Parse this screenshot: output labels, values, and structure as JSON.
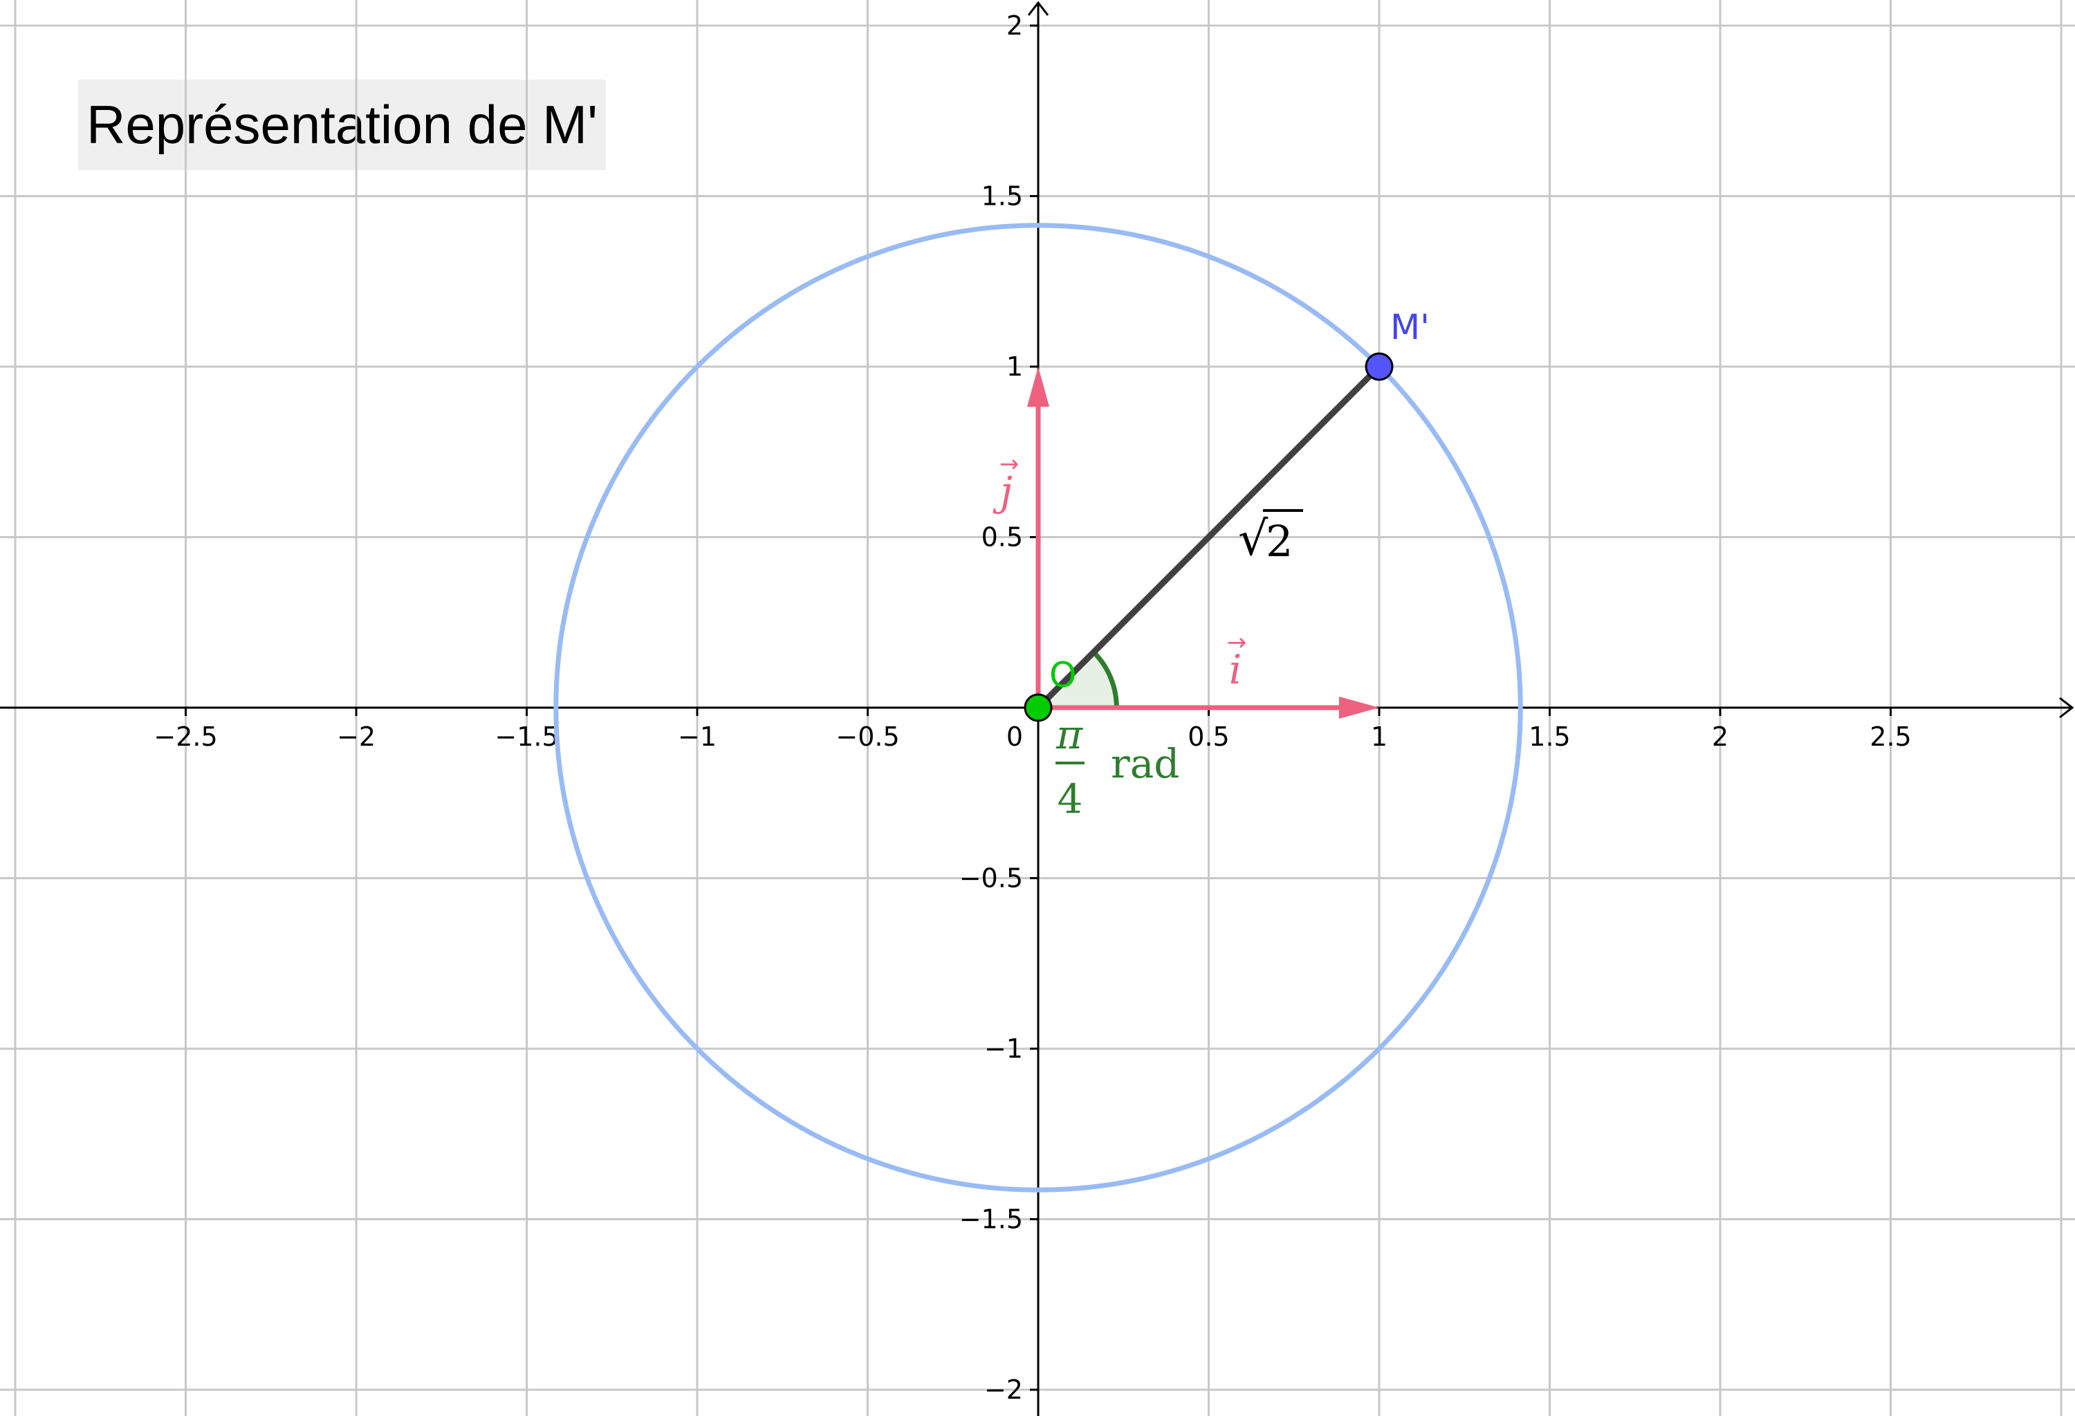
{
  "title": "Représentation de M'",
  "axes": {
    "x_ticks": [
      {
        "value": -2.5,
        "label": "−2.5"
      },
      {
        "value": -2,
        "label": "−2"
      },
      {
        "value": -1.5,
        "label": "−1.5"
      },
      {
        "value": -1,
        "label": "−1"
      },
      {
        "value": -0.5,
        "label": "−0.5"
      },
      {
        "value": 0.5,
        "label": "0.5"
      },
      {
        "value": 1,
        "label": "1"
      },
      {
        "value": 1.5,
        "label": "1.5"
      },
      {
        "value": 2,
        "label": "2"
      },
      {
        "value": 2.5,
        "label": "2.5"
      }
    ],
    "y_ticks": [
      {
        "value": 2,
        "label": "2"
      },
      {
        "value": 1.5,
        "label": "1.5"
      },
      {
        "value": 1,
        "label": "1"
      },
      {
        "value": 0.5,
        "label": "0.5"
      },
      {
        "value": -0.5,
        "label": "−0.5"
      },
      {
        "value": -1,
        "label": "−1"
      },
      {
        "value": -1.5,
        "label": "−1.5"
      },
      {
        "value": -2,
        "label": "−2"
      }
    ],
    "origin_label": "0",
    "x_range": [
      -3.05,
      3.04
    ],
    "y_range": [
      -2.08,
      2.08
    ],
    "grid_step": 0.5
  },
  "circle": {
    "center": [
      0,
      0
    ],
    "radius": 1.41421356,
    "color": "#99bbf5"
  },
  "points": {
    "O": {
      "label": "O",
      "x": 0,
      "y": 0,
      "color": "#00cc00",
      "label_color": "#00cc00"
    },
    "M": {
      "label": "M'",
      "x": 1,
      "y": 1,
      "color": "#5555ff",
      "label_color": "#4444ee"
    }
  },
  "segment": {
    "from": [
      0,
      0
    ],
    "to": [
      1,
      1
    ],
    "label_sqrt": "√",
    "label_num": "2",
    "color": "#404040"
  },
  "vectors": {
    "i": {
      "label": "i",
      "arrow": "→",
      "to": [
        1,
        0
      ],
      "color": "#f0607f"
    },
    "j": {
      "label": "j",
      "arrow": "→",
      "to": [
        0,
        1
      ],
      "color": "#f0607f"
    }
  },
  "angle": {
    "numerator": "π",
    "denominator": "4",
    "unit": "rad",
    "value_deg": 45,
    "color": "#2f7d2f",
    "fill": "#e6f1e4"
  }
}
